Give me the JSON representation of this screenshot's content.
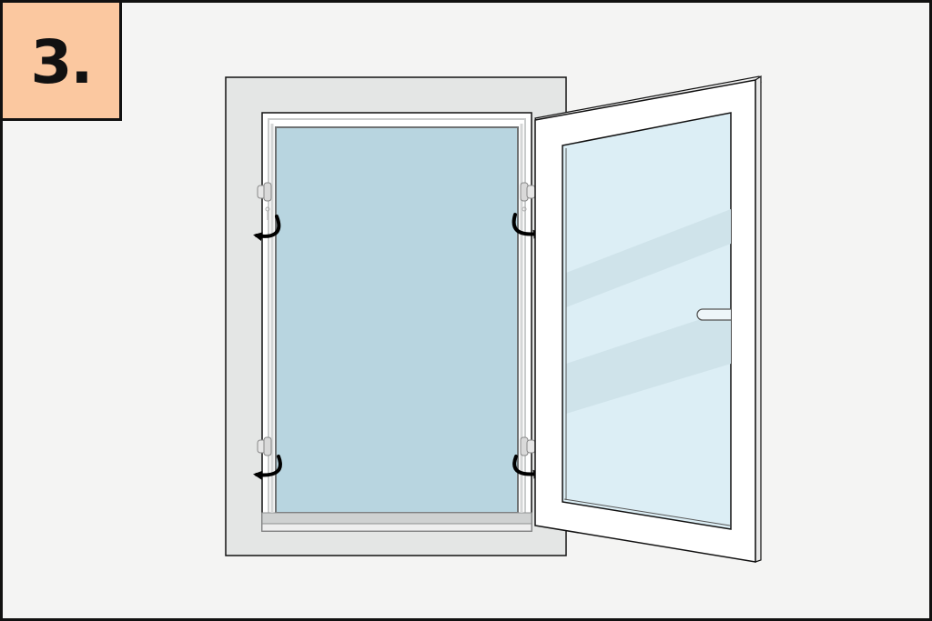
{
  "step": {
    "label": "3."
  },
  "colors": {
    "background": "#f4f4f3",
    "badge": "#fbc8a0",
    "outline": "#111111",
    "wall_reveal": "#e4e6e5",
    "screen_mesh": "#b8d5e0",
    "sash_glass": "#dceef5",
    "glass_glare": "#cfe3ea",
    "sash_frame": "#ffffff",
    "arrow": "#000000"
  },
  "icons": {
    "clip": "fixing-clip-icon",
    "arrow": "curved-arrow-icon"
  },
  "diagram": {
    "clip_count": 4,
    "arrow_directions": [
      "outward-left",
      "outward-right",
      "outward-left",
      "outward-right"
    ]
  }
}
